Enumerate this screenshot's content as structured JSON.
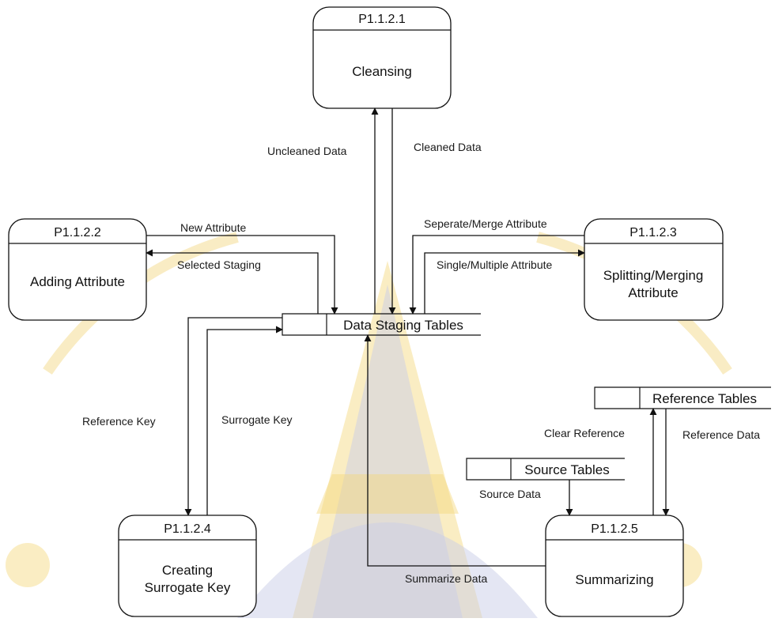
{
  "processes": [
    {
      "key": "cleansing",
      "id": "P1.1.2.1",
      "name_lines": [
        "Cleansing"
      ]
    },
    {
      "key": "adding-attribute",
      "id": "P1.1.2.2",
      "name_lines": [
        "Adding Attribute"
      ]
    },
    {
      "key": "splitting-merging",
      "id": "P1.1.2.3",
      "name_lines": [
        "Splitting/Merging",
        "Attribute"
      ]
    },
    {
      "key": "creating-surrogate-key",
      "id": "P1.1.2.4",
      "name_lines": [
        "Creating",
        "Surrogate Key"
      ]
    },
    {
      "key": "summarizing",
      "id": "P1.1.2.5",
      "name_lines": [
        "Summarizing"
      ]
    }
  ],
  "stores": [
    {
      "key": "data-staging-tables",
      "label": "Data Staging Tables"
    },
    {
      "key": "reference-tables",
      "label": "Reference Tables"
    },
    {
      "key": "source-tables",
      "label": "Source Tables"
    }
  ],
  "flows": [
    {
      "key": "uncleaned-data",
      "label": "Uncleaned Data"
    },
    {
      "key": "cleaned-data",
      "label": "Cleaned Data"
    },
    {
      "key": "new-attribute",
      "label": "New Attribute"
    },
    {
      "key": "selected-staging",
      "label": "Selected Staging"
    },
    {
      "key": "seperate-merge-attribute",
      "label": "Seperate/Merge Attribute"
    },
    {
      "key": "single-multiple-attribute",
      "label": "Single/Multiple Attribute"
    },
    {
      "key": "reference-key",
      "label": "Reference Key"
    },
    {
      "key": "surrogate-key",
      "label": "Surrogate Key"
    },
    {
      "key": "clear-reference",
      "label": "Clear Reference"
    },
    {
      "key": "reference-data",
      "label": "Reference Data"
    },
    {
      "key": "source-data",
      "label": "Source Data"
    },
    {
      "key": "summarize-data",
      "label": "Summarize Data"
    }
  ],
  "watermark": {
    "kind": "university seal",
    "colors": [
      "#f3d77a",
      "#c9cde8"
    ]
  }
}
